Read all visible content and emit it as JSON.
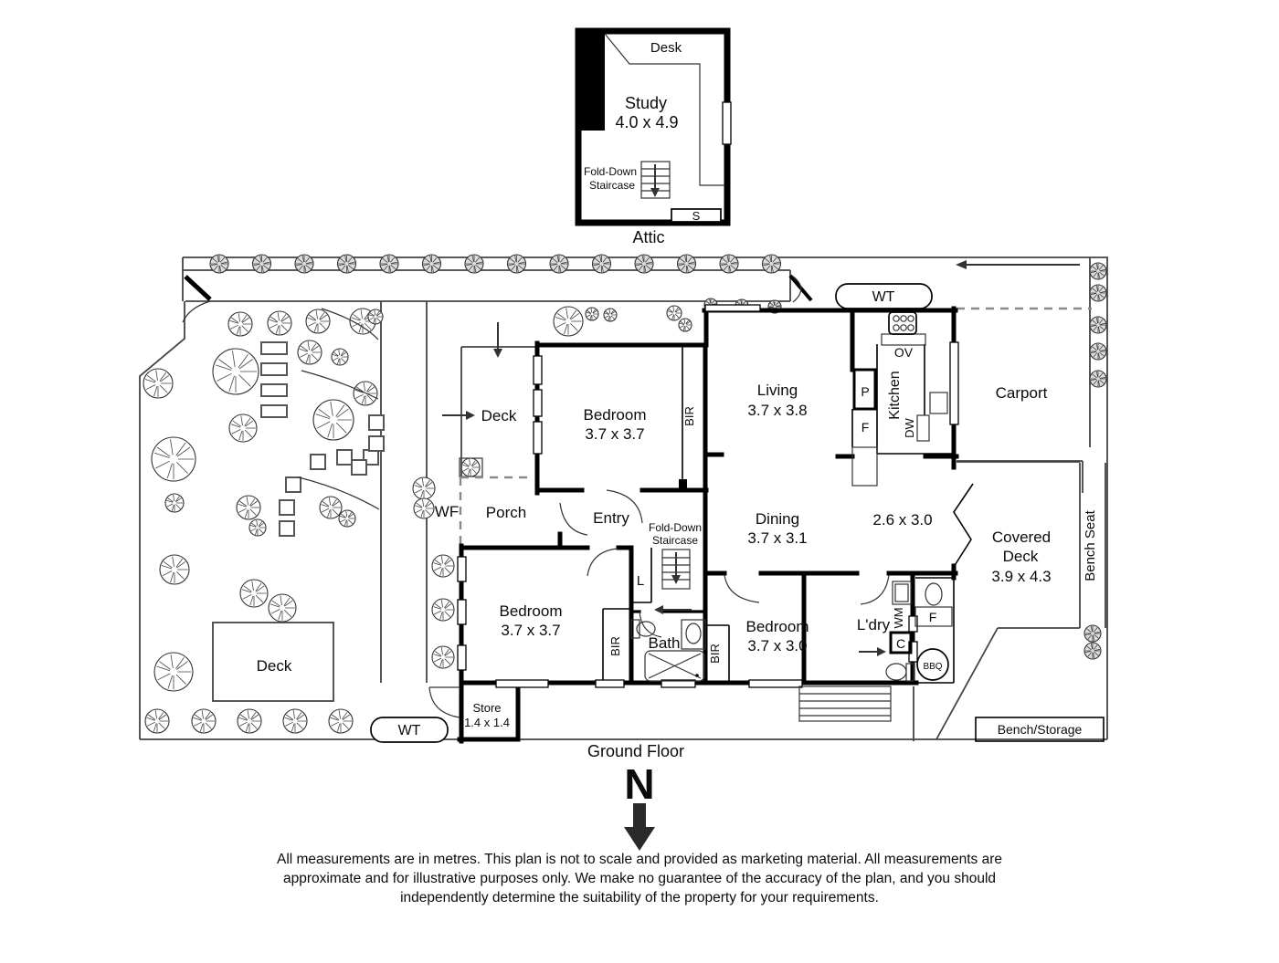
{
  "attic": {
    "title": "Attic",
    "desk": "Desk",
    "room": "Study",
    "dims": "4.0 x 4.9",
    "stair1": "Fold-Down",
    "stair2": "Staircase",
    "cupboard": "S"
  },
  "ground": {
    "title": "Ground Floor",
    "bedroom1": {
      "name": "Bedroom",
      "dims": "3.7 x 3.7"
    },
    "living": {
      "name": "Living",
      "dims": "3.7 x 3.8"
    },
    "dining": {
      "name": "Dining",
      "dims": "3.7 x 3.1"
    },
    "meals": {
      "dims": "2.6 x 3.0"
    },
    "kitchen": {
      "name": "Kitchen",
      "ov": "OV",
      "p": "P",
      "f": "F",
      "dw": "DW"
    },
    "carport": {
      "name": "Carport"
    },
    "covered_deck": {
      "l1": "Covered",
      "l2": "Deck",
      "dims": "3.9 x 4.3"
    },
    "bench_seat": "Bench Seat",
    "bench_storage": "Bench/Storage",
    "bedroom2": {
      "name": "Bedroom",
      "dims": "3.7 x 3.7"
    },
    "bedroom3": {
      "name": "Bedroom",
      "dims": "3.7 x 3.0"
    },
    "bath": {
      "name": "Bath"
    },
    "laundry": {
      "name": "L'dry",
      "wm": "WM",
      "c": "C"
    },
    "deck_alcove": {
      "f": "F",
      "bbq": "BBQ"
    },
    "entry": "Entry",
    "porch": "Porch",
    "wf": "WF",
    "deck_house": "Deck",
    "deck_garden": "Deck",
    "store": {
      "name": "Store",
      "dims": "1.4 x 1.4"
    },
    "stair1": "Fold-Down",
    "stair2": "Staircase",
    "linen": "L",
    "bir1": "BIR",
    "bir2": "BIR",
    "bir3": "BIR",
    "wt_top": "WT",
    "wt_bottom": "WT"
  },
  "compass": {
    "n": "N"
  },
  "disclaimer": {
    "l1": "All measurements are in metres. This plan is not to scale and provided as marketing material. All measurements are",
    "l2": "approximate and for illustrative purposes only. We make no guarantee of the accuracy of the plan, and you should",
    "l3": "independently determine the suitability of the property for your requirements."
  }
}
